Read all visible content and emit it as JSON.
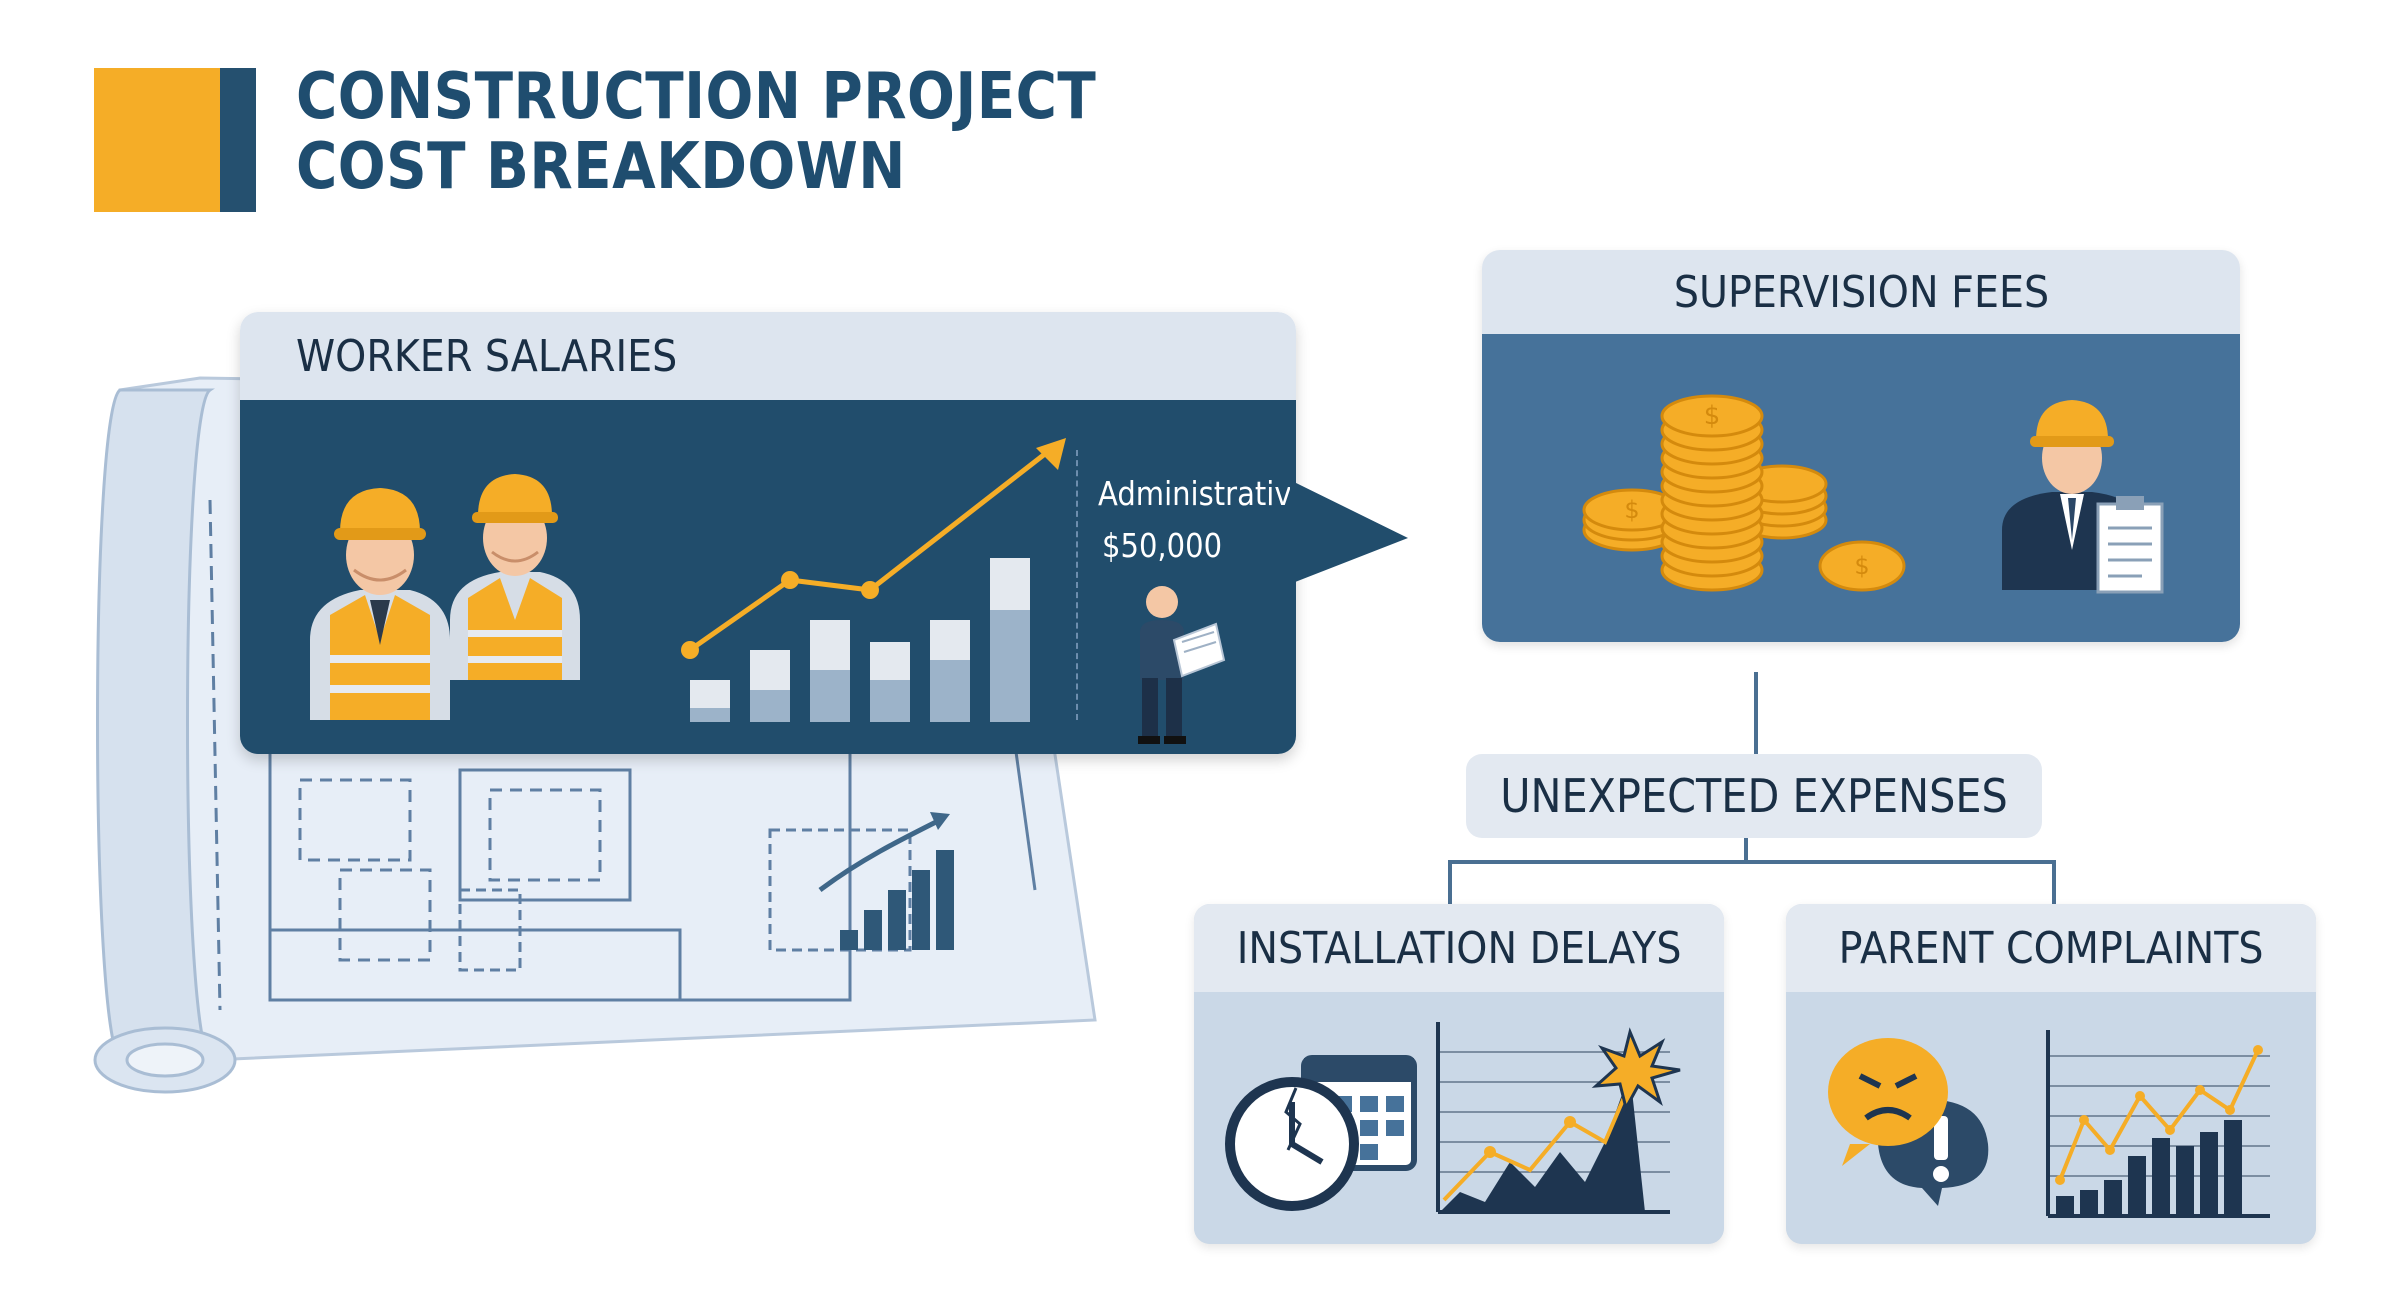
{
  "title": {
    "line1": "CONSTRUCTION PROJECT",
    "line2": "COST BREAKDOWN"
  },
  "colors": {
    "accent_yellow": "#f5ad27",
    "navy": "#214d6c",
    "steel_blue": "#46729a",
    "header_gray": "#dde5ef",
    "light_blue": "#cad8e7"
  },
  "worker_salaries": {
    "label": "WORKER SALARIES",
    "administrative_label": "Administrative",
    "administrative_amount": "$50,000",
    "icons": [
      "construction-worker-icon",
      "construction-worker-icon",
      "growth-bar-chart-icon",
      "administrator-icon"
    ]
  },
  "supervision_fees": {
    "label": "SUPERVISION FEES",
    "icons": [
      "coin-stack-icon",
      "supervisor-icon"
    ]
  },
  "unexpected_expenses": {
    "label": "UNEXPECTED EXPENSES"
  },
  "installation_delays": {
    "label": "INSTALLATION DELAYS",
    "icons": [
      "broken-clock-icon",
      "calendar-icon",
      "volatile-line-chart-icon"
    ]
  },
  "parent_complaints": {
    "label": "PARENT COMPLAINTS",
    "icons": [
      "angry-speech-bubble-icon",
      "alert-speech-bubble-icon",
      "rising-bar-chart-icon"
    ]
  },
  "blueprint": {
    "icon": "blueprint-icon"
  }
}
